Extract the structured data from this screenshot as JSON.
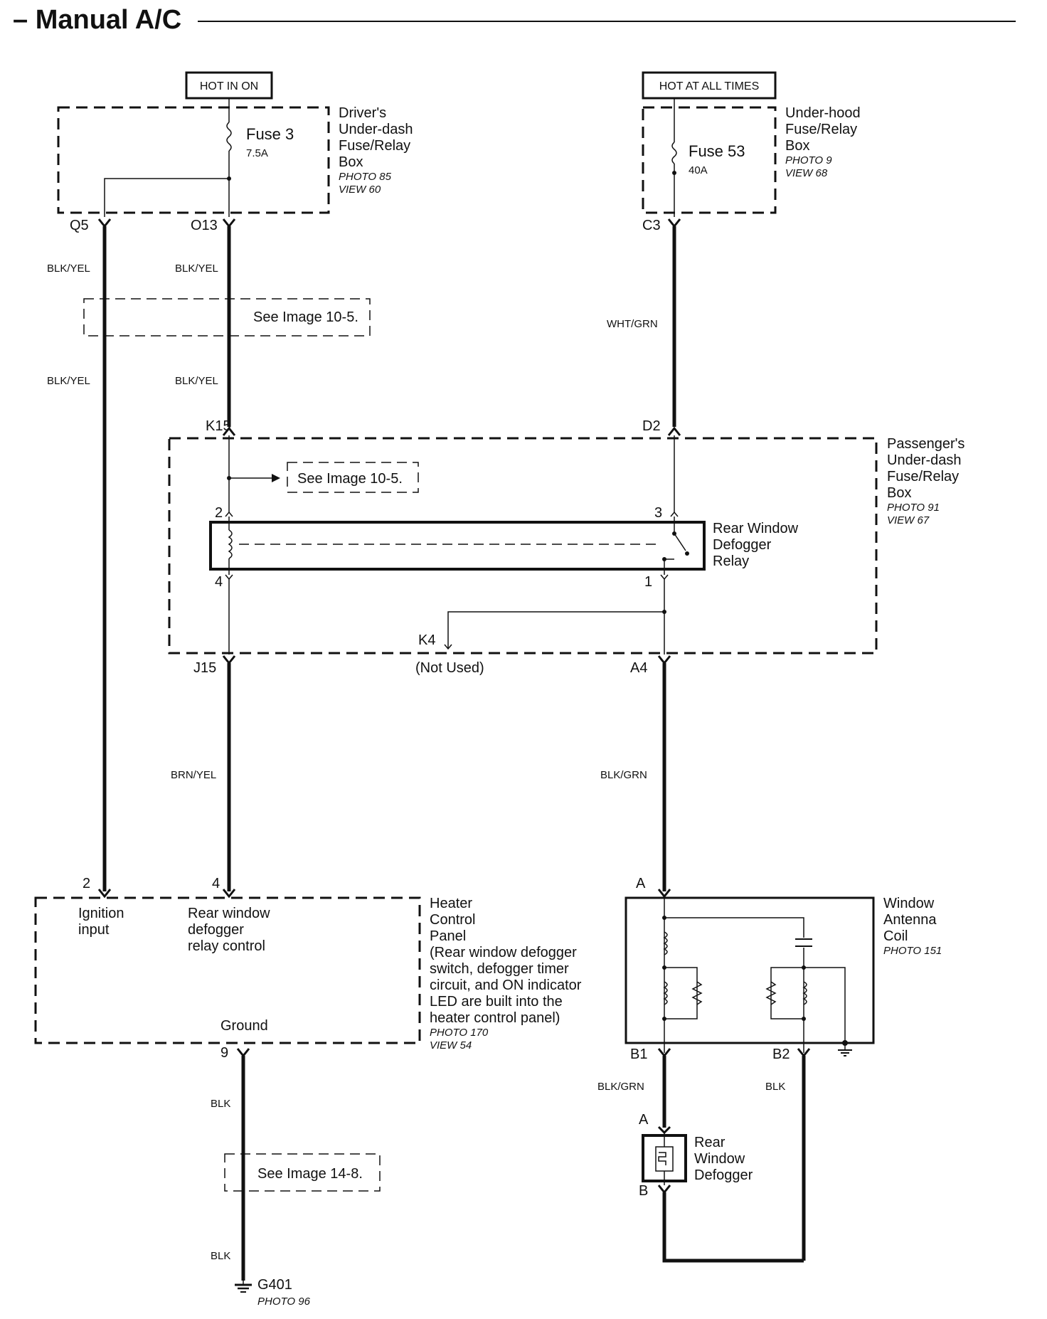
{
  "title": "– Manual A/C",
  "hot_labels": {
    "hot_in_on": "HOT IN ON",
    "hot_at_all_times": "HOT AT ALL TIMES"
  },
  "drivers_box": {
    "name_lines": [
      "Driver's",
      "Under-dash",
      "Fuse/Relay",
      "Box"
    ],
    "photo": "PHOTO 85",
    "view": "VIEW 60",
    "fuse_name": "Fuse 3",
    "fuse_rating": "7.5A",
    "pins": [
      "Q5",
      "O13"
    ]
  },
  "underhood_box": {
    "name_lines": [
      "Under-hood",
      "Fuse/Relay",
      "Box"
    ],
    "photo": "PHOTO 9",
    "view": "VIEW 68",
    "fuse_name": "Fuse 53",
    "fuse_rating": "40A",
    "pin": "C3"
  },
  "wire_colors": {
    "q5_top": "BLK/YEL",
    "o13_top": "BLK/YEL",
    "q5_bottom": "BLK/YEL",
    "o13_bottom": "BLK/YEL",
    "c3": "WHT/GRN",
    "j15": "BRN/YEL",
    "a4": "BLK/GRN",
    "b1": "BLK/GRN",
    "b2": "BLK",
    "ground_top": "BLK",
    "ground_bottom": "BLK"
  },
  "see_refs": {
    "top": "See Image 10-5.",
    "middle": "See Image 10-5.",
    "bottom": "See Image 14-8."
  },
  "passengers_box": {
    "name_lines": [
      "Passenger's",
      "Under-dash",
      "Fuse/Relay",
      "Box"
    ],
    "photo": "PHOTO 91",
    "view": "VIEW 67",
    "pins": {
      "k15": "K15",
      "d2": "D2",
      "j15": "J15",
      "a4": "A4",
      "k4": "K4",
      "not_used": "(Not Used)"
    },
    "relay_name_lines": [
      "Rear Window",
      "Defogger",
      "Relay"
    ],
    "relay_pins": [
      "2",
      "3",
      "4",
      "1"
    ]
  },
  "heater_panel": {
    "name_lines": [
      "Heater",
      "Control",
      "Panel",
      "(Rear window defogger",
      "switch, defogger timer",
      "circuit, and ON indicator",
      "LED are built into the",
      "heater control panel)"
    ],
    "photo": "PHOTO 170",
    "view": "VIEW 54",
    "pin2": "2",
    "pin4": "4",
    "pin9": "9",
    "ignition_lines": [
      "Ignition",
      "input"
    ],
    "rear_lines": [
      "Rear window",
      "defogger",
      "relay control"
    ],
    "ground": "Ground"
  },
  "antenna_coil": {
    "name_lines": [
      "Window",
      "Antenna",
      "Coil"
    ],
    "photo": "PHOTO 151",
    "pin_a": "A",
    "pin_b1": "B1",
    "pin_b2": "B2"
  },
  "rear_defogger": {
    "name_lines": [
      "Rear",
      "Window",
      "Defogger"
    ],
    "pin_a": "A",
    "pin_b": "B"
  },
  "ground_point": {
    "name": "G401",
    "photo": "PHOTO 96"
  }
}
